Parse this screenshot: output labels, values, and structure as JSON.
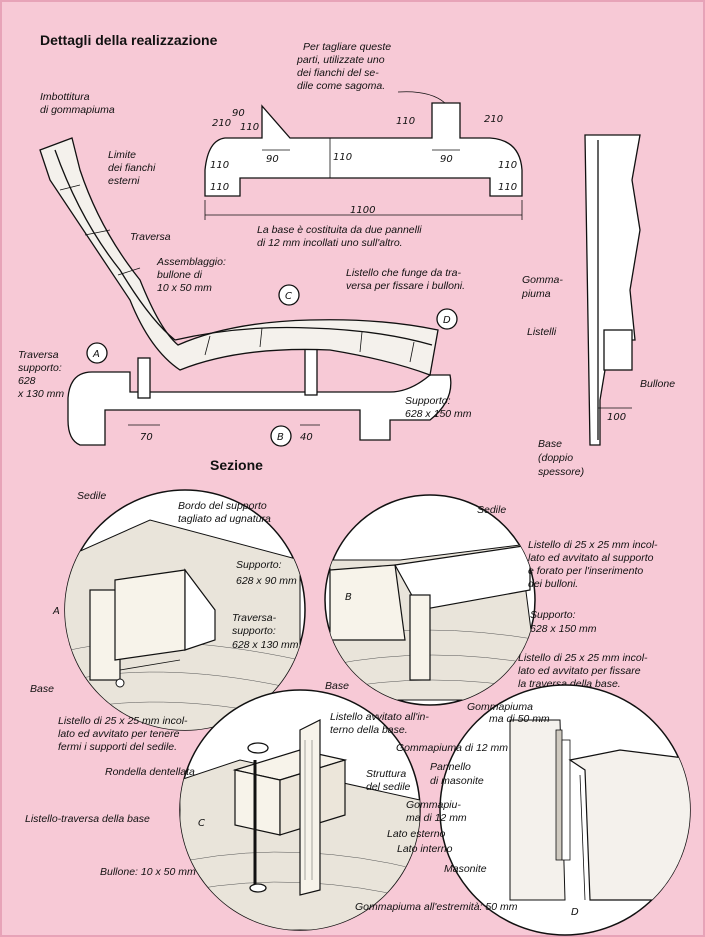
{
  "headings": {
    "title": "Dettagli della realizzazione",
    "section": "Sezione"
  },
  "top_drawing": {
    "note_template": [
      "Per tagliare queste",
      "parti, utilizzate uno",
      "dei fianchi del se-",
      "dile come sagoma."
    ],
    "base_note": [
      "La base è costituita da due pannelli",
      "di 12 mm incollati uno sull'altro."
    ],
    "dims": {
      "d210_left": "210",
      "d90_top": "90",
      "d110_a": "110",
      "d90_low_left": "90",
      "d110_center": "110",
      "d90_low_right": "90",
      "d210_right": "210",
      "d110_left_side": "110",
      "d110_left_bottom": "110",
      "d110_right_side": "110",
      "d110_right_bottom": "110",
      "d1100": "1100"
    }
  },
  "side_drawing": {
    "labels": {
      "imbottitura": [
        "Imbottitura",
        "di gommapiuma"
      ],
      "limite": [
        "Limite",
        "dei fianchi",
        "esterni"
      ],
      "traversa": "Traversa",
      "assemblaggio": [
        "Assemblaggio:",
        "bullone di",
        "10 x 50 mm"
      ],
      "listello": [
        "Listello che funge da tra-",
        "versa per fissare i bulloni."
      ],
      "traversa_supporto": [
        "Traversa",
        "supporto:",
        "628",
        "x 130 mm"
      ],
      "supporto": [
        "Supporto:",
        "628 x 150 mm"
      ]
    },
    "markers": {
      "A": "A",
      "B": "B",
      "C": "C",
      "D": "D"
    },
    "dims": {
      "d70": "70",
      "d40": "40"
    }
  },
  "section_drawing": {
    "labels": {
      "gommapiuma": [
        "Gomma-",
        "piuma"
      ],
      "listelli": "Listelli",
      "bullone": "Bullone",
      "d100": "100",
      "base": [
        "Base",
        "(doppio",
        "spessore)"
      ]
    }
  },
  "detail_a": {
    "marker": "A",
    "sedile": "Sedile",
    "bordo": [
      "Bordo del supporto",
      "tagliato ad ugnatura"
    ],
    "supporto": [
      "Supporto:",
      "628 x 90 mm"
    ],
    "traversa": [
      "Traversa-",
      "supporto:",
      "628 x 130 mm"
    ],
    "base": "Base",
    "listello": [
      "Listello di 25 x 25 mm incol-",
      "lato ed avvitato per tenere",
      "fermi i supporti del sedile."
    ]
  },
  "detail_b": {
    "marker": "B",
    "sedile": "Sedile",
    "listello_top": [
      "Listello di 25 x 25 mm incol-",
      "lato ed avvitato al supporto",
      "e forato per l'inserimento",
      "dei bulloni."
    ],
    "supporto": [
      "Supporto:",
      "628 x 150 mm"
    ],
    "listello_bottom": [
      "Listello di 25 x 25 mm incol-",
      "lato ed avvitato per fissare",
      "la traversa della base."
    ],
    "base": "Base"
  },
  "detail_c": {
    "marker": "C",
    "listello_avvitato": [
      "Listello avvitato all'in-",
      "terno della base."
    ],
    "rondella": "Rondella dentellata",
    "struttura": [
      "Struttura",
      "del sedile"
    ],
    "listello_traversa": "Listello-traversa della base",
    "bullone": "Bullone: 10 x 50 mm"
  },
  "detail_d": {
    "marker": "D",
    "gomma50": [
      "Gommapiuma",
      "ma di 50 mm"
    ],
    "gomma12_top": "Gommapiuma di 12 mm",
    "pannello": [
      "Pannello",
      "di masonite"
    ],
    "gomma12": [
      "Gommapiu-",
      "ma di 12 mm"
    ],
    "lato_esterno": "Lato esterno",
    "lato_interno": "Lato interno",
    "masonite": "Masonite",
    "estremita": "Gommapiuma all'estremità: 50 mm"
  }
}
